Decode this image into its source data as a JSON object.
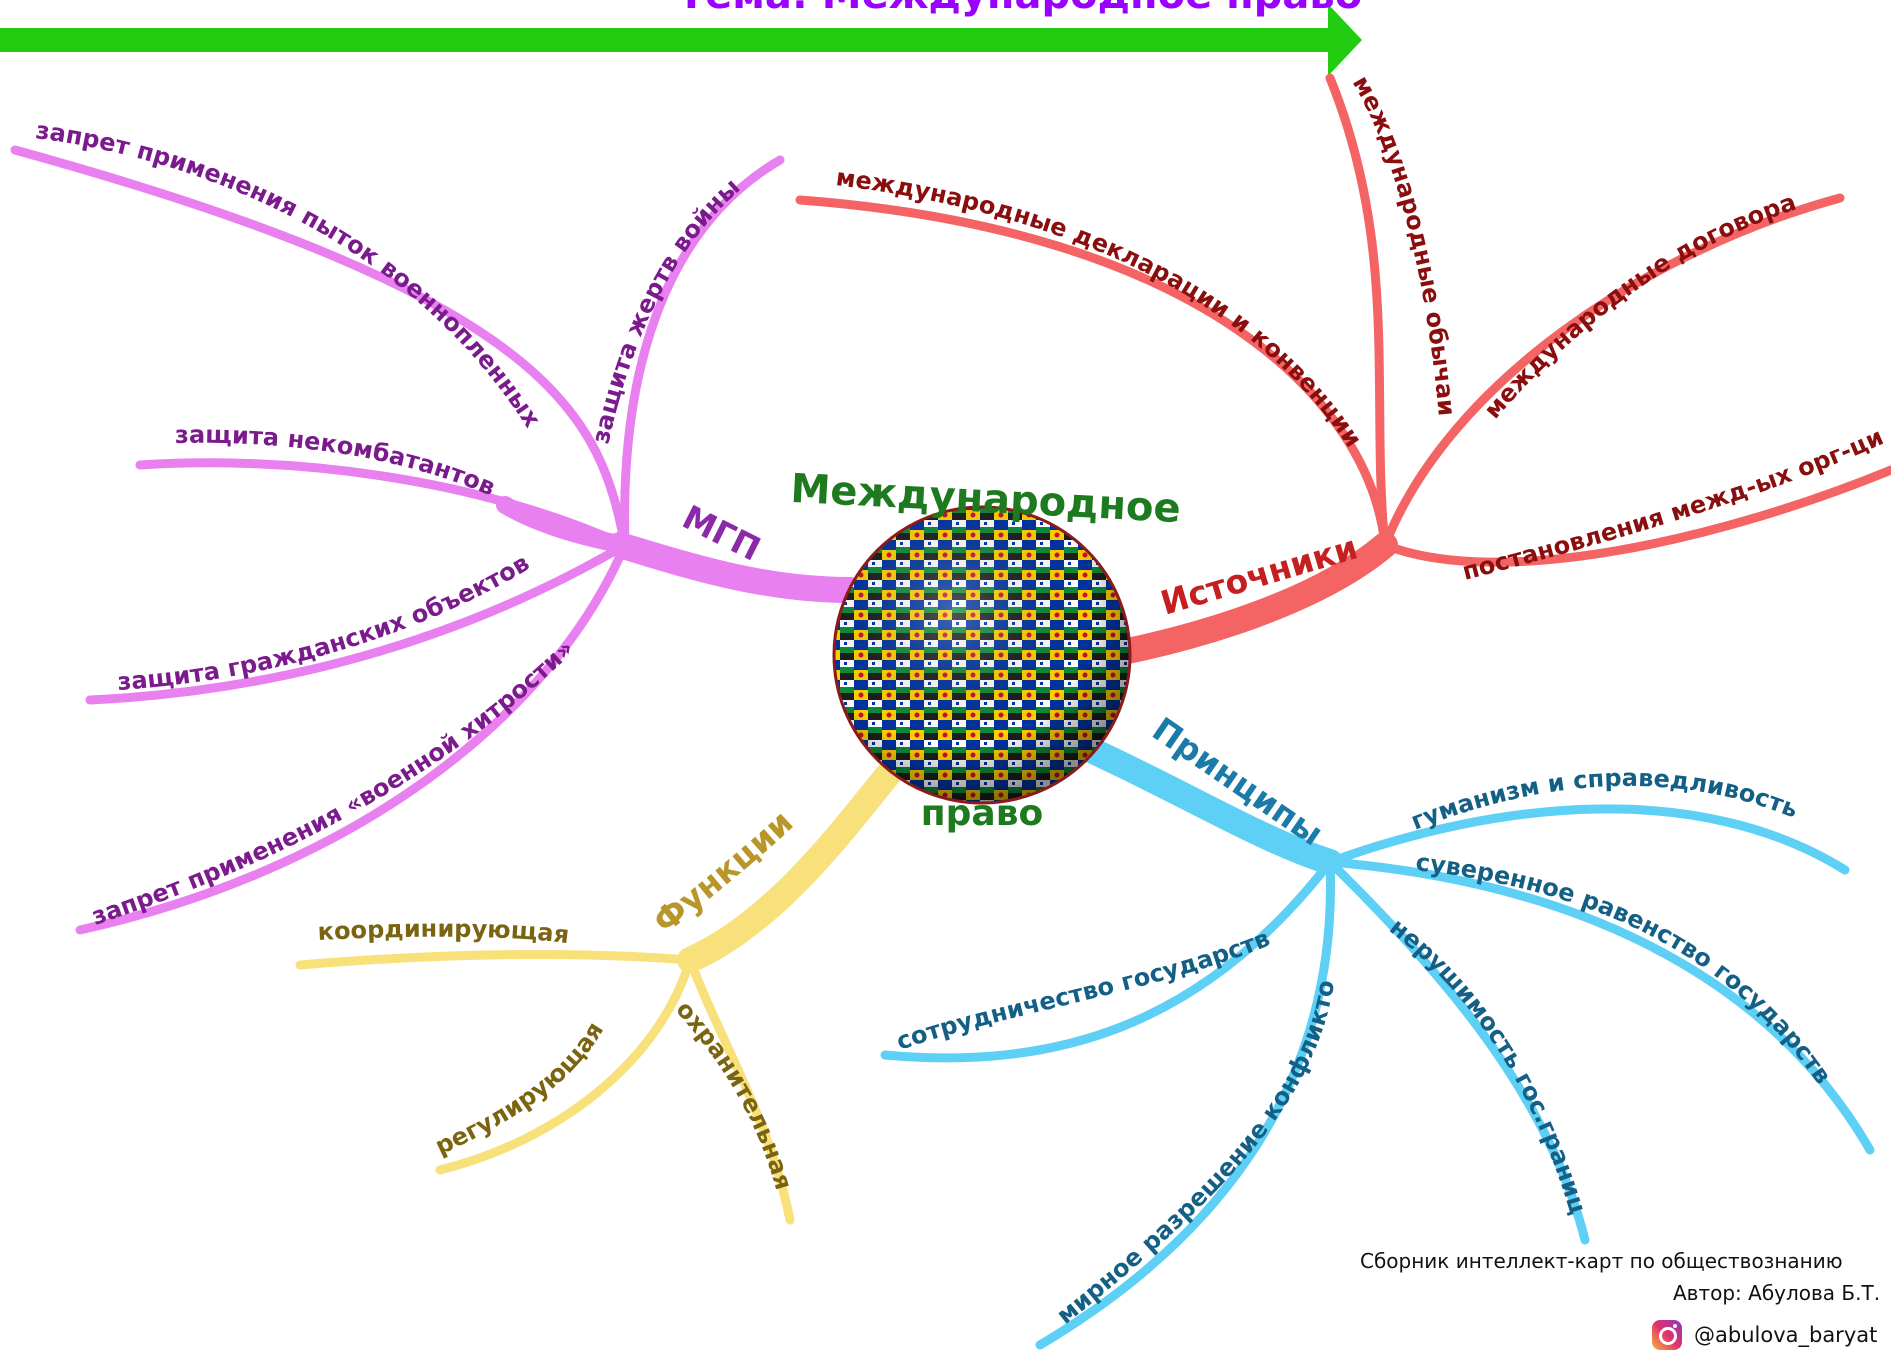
{
  "title": "Тема: Международное право",
  "center": {
    "line1": "Международное",
    "line2": "право"
  },
  "colors": {
    "title": "#9900ff",
    "arrow": "#22cc11",
    "mgp": "#e880f0",
    "sources": "#f46464",
    "principles": "#5fd0f5",
    "functions": "#f8e07a",
    "center_text": "#1e7a1e"
  },
  "branches": {
    "mgp": {
      "label": "МГП",
      "items": [
        "запрет применения пыток военнопленных",
        "защита жертв войны",
        "защита некомбатантов",
        "защита гражданских объектов",
        "запрет применения «военной хитрости»"
      ]
    },
    "sources": {
      "label": "Источники",
      "items": [
        "международные декларации и конвенции",
        "международные обычаи",
        "международные договора",
        "постановления межд-ых орг-ций"
      ]
    },
    "principles": {
      "label": "Принципы",
      "items": [
        "гуманизм и справедливость",
        "суверенное равенство государств",
        "нерушимость гос.границ",
        "сотрудничество государств",
        "мирное разрешение конфликтов"
      ]
    },
    "functions": {
      "label": "Функции",
      "items": [
        "координирующая",
        "регулирующая",
        "охранительная"
      ]
    }
  },
  "credits": {
    "line1": "Сборник интеллект-карт по обществознанию",
    "line2": "Автор: Абулова Б.Т.",
    "instagram": "@abulova_baryat"
  },
  "icons": {
    "instagram": "instagram-icon"
  }
}
